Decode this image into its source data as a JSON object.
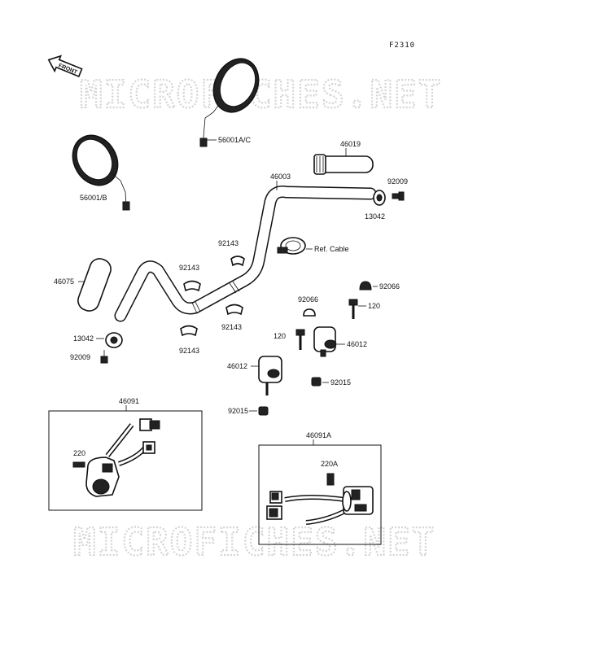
{
  "figure_ref": "F2310",
  "watermark": "MICROFICHES.NET",
  "front_arrow": "FRONT",
  "labels": {
    "p56001ac": "56001A/C",
    "p56001b": "56001/B",
    "p46019": "46019",
    "p46003": "46003",
    "p92009_r": "92009",
    "p13042_r": "13042",
    "ref_cable": "Ref. Cable",
    "p92143_a": "92143",
    "p92143_b": "92143",
    "p92143_c": "92143",
    "p92143_d": "92143",
    "p46075": "46075",
    "p13042_l": "13042",
    "p92009_l": "92009",
    "p92066_a": "92066",
    "p92066_b": "92066",
    "p120_a": "120",
    "p120_b": "120",
    "p46012_r": "46012",
    "p46012_l": "46012",
    "p92015_r": "92015",
    "p92015_l": "92015",
    "p46091": "46091",
    "p220": "220",
    "p46091a": "46091A",
    "p220a": "220A"
  }
}
